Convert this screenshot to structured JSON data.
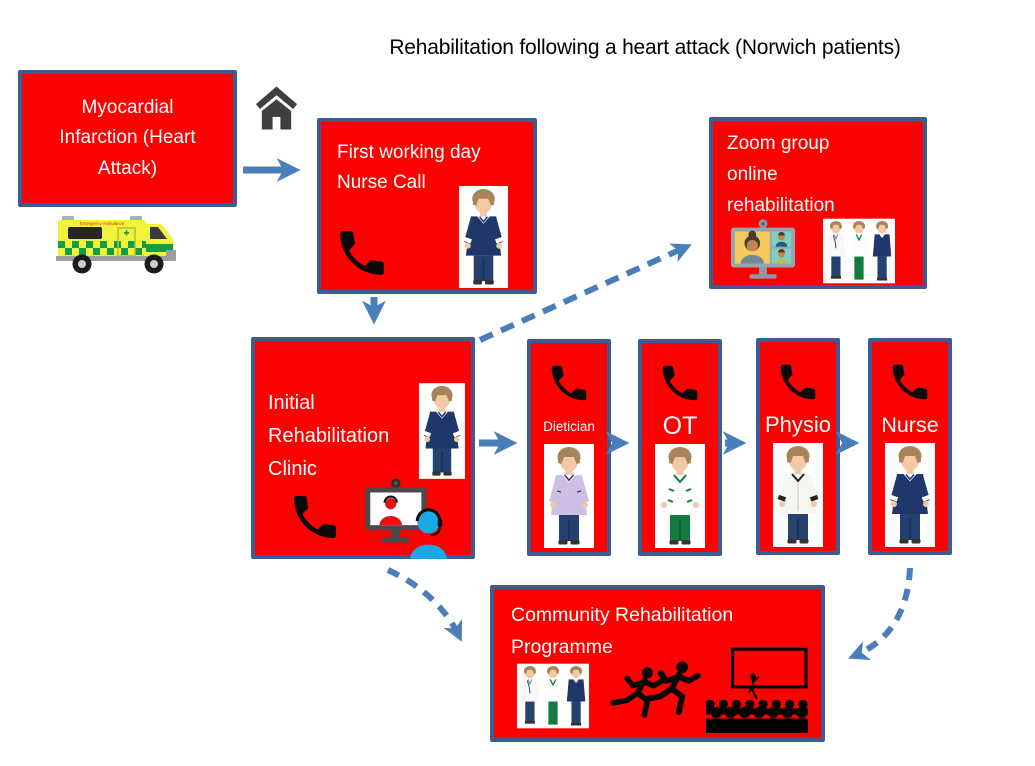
{
  "title": "Rehabilitation following a heart attack (Norwich patients)",
  "colors": {
    "box_fill": "#fb0100",
    "box_border": "#3e5c8f",
    "arrow_blue": "#4a7ebb",
    "box_text": "#ffffff",
    "title_text": "#000000",
    "home_icon": "#3f3f3f",
    "phone_icon": "#0a0a0a"
  },
  "boxes": {
    "myocardial": {
      "label": "Myocardial\nInfarction (Heart\nAttack)"
    },
    "first_working_day": {
      "label": "First working day\nNurse Call"
    },
    "zoom_group": {
      "label": "Zoom group\nonline\nrehabilitation"
    },
    "initial_clinic": {
      "label": "Initial\nRehabilitation\nClinic"
    },
    "community": {
      "label": "Community Rehabilitation\nProgramme"
    }
  },
  "specialists": [
    {
      "label": "Dietician"
    },
    {
      "label": "OT"
    },
    {
      "label": "Physio"
    },
    {
      "label": "Nurse"
    }
  ],
  "ambulance": {
    "label": "Emergency Ambulance"
  },
  "icons": {
    "home": "house-glyph",
    "phone": "telephone-receiver",
    "nurse": "nurse-in-navy-uniform",
    "video_call": "group-video-call-monitor",
    "remote_consultation": "video-consultation-with-headset",
    "healthcare_team": "three-healthcare-workers",
    "runners": "two-running-silhouettes",
    "lecture": "presenter-screen-and-audience",
    "ambulance": "uk-emergency-ambulance"
  }
}
